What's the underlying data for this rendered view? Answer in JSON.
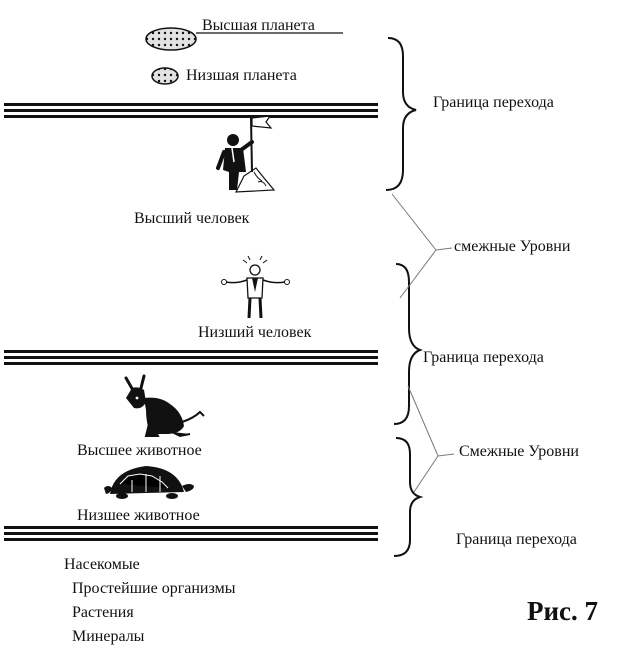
{
  "diagram": {
    "planets": {
      "higher": "Высшая планета",
      "lower": "Низшая планета"
    },
    "humans": {
      "higher": "Высший человек",
      "lower": "Низший человек"
    },
    "animals": {
      "higher": "Высшее животное",
      "lower": "Низшее животное"
    },
    "lower_forms": [
      "Насекомые",
      "Простейшие организмы",
      "Растения",
      "Минералы"
    ],
    "right_labels": {
      "boundary_1": "Граница перехода",
      "adjacent_1": "смежные Уровни",
      "boundary_2": "Граница перехода",
      "adjacent_2": "Смежные Уровни",
      "boundary_3": "Граница перехода"
    },
    "caption": "Рис. 7",
    "icons": {
      "higher_planet": "dotted-ellipse-icon",
      "lower_planet": "dotted-ellipse-icon",
      "higher_human": "man-with-flag-icon",
      "lower_human": "shrugging-man-icon",
      "higher_animal": "donkey-icon",
      "lower_animal": "turtle-icon"
    },
    "colors": {
      "ink": "#111111",
      "background": "#ffffff",
      "planet_fill": "#d8d8d8"
    }
  }
}
